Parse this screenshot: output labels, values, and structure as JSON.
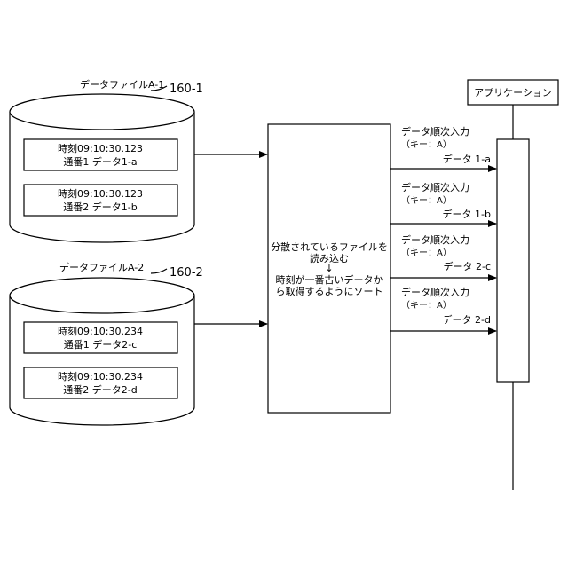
{
  "file1": {
    "title": "データファイルA-1",
    "ref": "160-1",
    "records": [
      {
        "line1": "時刻09:10:30.123",
        "line2": "通番1 データ1-a"
      },
      {
        "line1": "時刻09:10:30.123",
        "line2": "通番2 データ1-b"
      }
    ]
  },
  "file2": {
    "title": "データファイルA-2",
    "ref": "160-2",
    "records": [
      {
        "line1": "時刻09:10:30.234",
        "line2": "通番1 データ2-c"
      },
      {
        "line1": "時刻09:10:30.234",
        "line2": "通番2 データ2-d"
      }
    ]
  },
  "process": {
    "line1": "分散されているファイルを",
    "line2": "読み込む",
    "arrow": "↓",
    "line3": "時刻が一番古いデータか",
    "line4": "ら取得するようにソート"
  },
  "application": {
    "label": "アプリケーション"
  },
  "messages": [
    {
      "call": "データ順次入力",
      "key": "（キー：A）",
      "data": "データ 1-a"
    },
    {
      "call": "データ順次入力",
      "key": "（キー：A）",
      "data": "データ 1-b"
    },
    {
      "call": "データ順次入力",
      "key": "（キー：A）",
      "data": "データ 2-c"
    },
    {
      "call": "データ順次入力",
      "key": "（キー：A）",
      "data": "データ 2-d"
    }
  ]
}
